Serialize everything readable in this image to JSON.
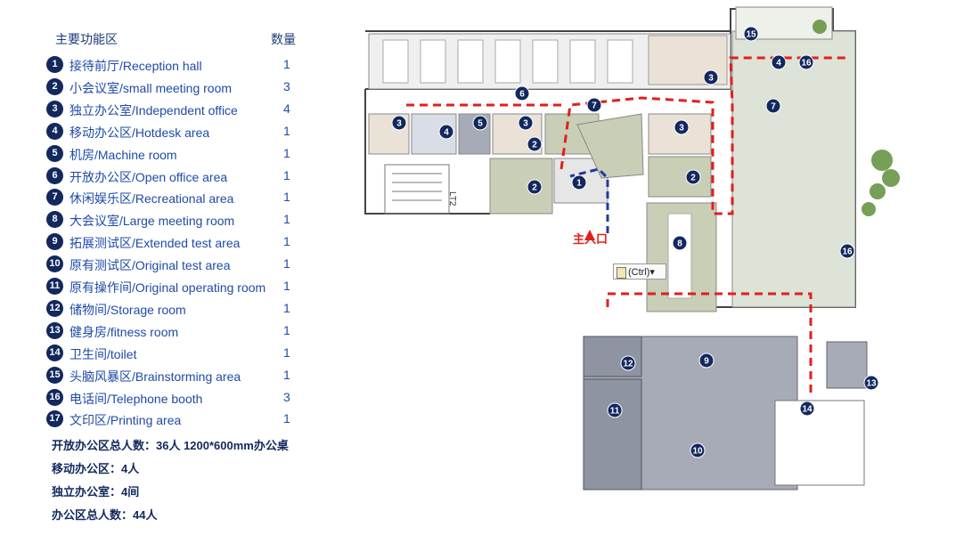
{
  "legend": {
    "header_name": "主要功能区",
    "header_count": "数量",
    "rows": [
      {
        "num": "1",
        "name": "接待前厅/Reception hall",
        "count": "1"
      },
      {
        "num": "2",
        "name": "小会议室/small meeting room",
        "count": "3"
      },
      {
        "num": "3",
        "name": "独立办公室/Independent office",
        "count": "4"
      },
      {
        "num": "4",
        "name": "移动办公区/Hotdesk area",
        "count": "1"
      },
      {
        "num": "5",
        "name": "机房/Machine room",
        "count": "1"
      },
      {
        "num": "6",
        "name": "开放办公区/Open office area",
        "count": "1"
      },
      {
        "num": "7",
        "name": "休闲娱乐区/Recreational area",
        "count": "1"
      },
      {
        "num": "8",
        "name": "大会议室/Large meeting room",
        "count": "1"
      },
      {
        "num": "9",
        "name": "拓展测试区/Extended test area",
        "count": "1"
      },
      {
        "num": "10",
        "name": "原有测试区/Original test area",
        "count": "1"
      },
      {
        "num": "11",
        "name": "原有操作间/Original operating room",
        "count": "1"
      },
      {
        "num": "12",
        "name": "储物间/Storage room",
        "count": "1"
      },
      {
        "num": "13",
        "name": "健身房/fitness room",
        "count": "1"
      },
      {
        "num": "14",
        "name": "卫生间/toilet",
        "count": "1"
      },
      {
        "num": "15",
        "name": "头脑风暴区/Brainstorming area",
        "count": "1"
      },
      {
        "num": "16",
        "name": "电话间/Telephone booth",
        "count": "3"
      },
      {
        "num": "17",
        "name": "文印区/Printing area",
        "count": "1"
      }
    ],
    "summary": [
      "开放办公区总人数：36人 1200*600mm办公桌",
      "移动办公区：4人",
      "独立办公室：4间",
      "办公区总人数：44人"
    ]
  },
  "plan": {
    "entrance_label": "主入口",
    "stair_label": "LT2",
    "ctrl_label": "(Ctrl)▾",
    "colors": {
      "marker": "#12285e",
      "route": "#e0201c",
      "entry_arrow": "#1f3b9a",
      "meeting": "#c9ceb6",
      "recreation": "#dde3d6",
      "test_area": "#a7abb8",
      "office": "#eae2d6",
      "open_office": "#efefef"
    },
    "markers": [
      "1",
      "2",
      "2",
      "2",
      "3",
      "3",
      "3",
      "3",
      "4",
      "4",
      "5",
      "6",
      "7",
      "7",
      "8",
      "9",
      "10",
      "11",
      "12",
      "13",
      "14",
      "15",
      "16",
      "16"
    ]
  }
}
